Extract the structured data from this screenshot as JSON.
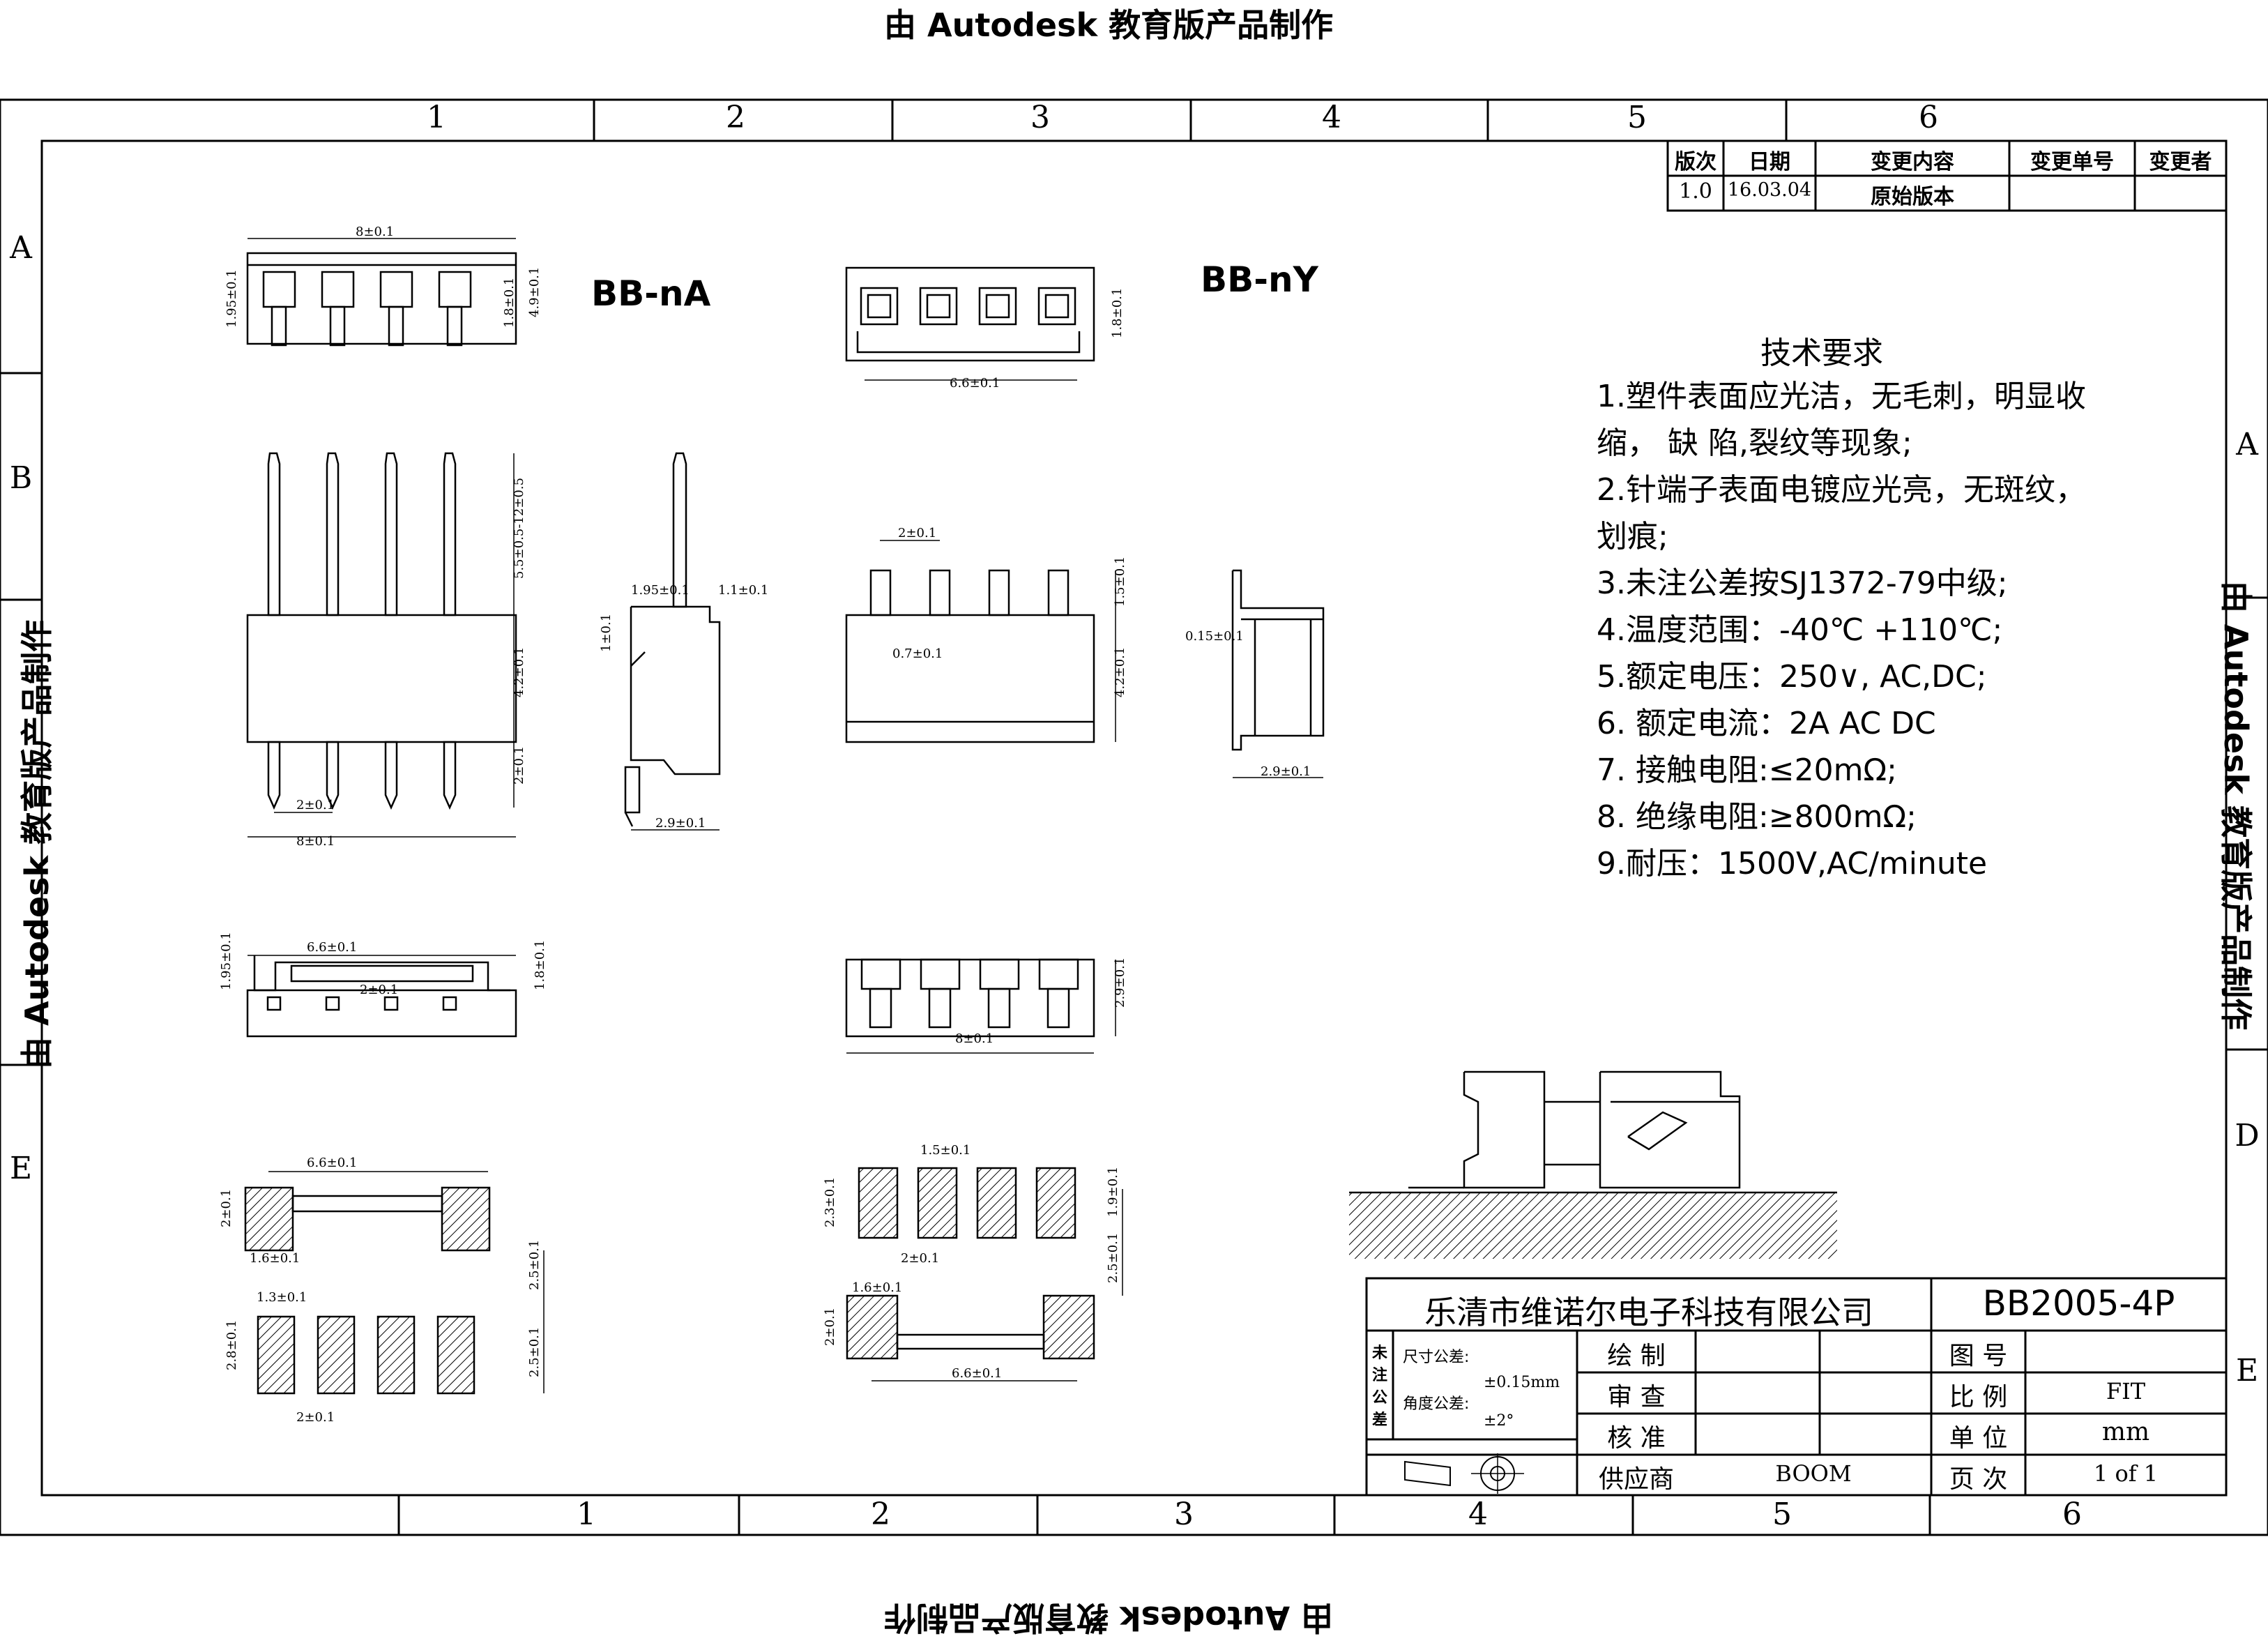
{
  "watermark": {
    "top": "由 Autodesk 教育版产品制作",
    "bottom": "由 Autodesk 教育版产品制作",
    "left": "由 Autodesk 教育版产品制作",
    "right": "由 Autodesk 教育版产品制作"
  },
  "zones": {
    "top_cols": [
      "1",
      "2",
      "3",
      "4",
      "5",
      "6"
    ],
    "bottom_cols": [
      "1",
      "2",
      "3",
      "4",
      "5",
      "6"
    ],
    "left_rows": [
      "A",
      "B",
      "E"
    ],
    "right_rows": [
      "A",
      "D",
      "E"
    ]
  },
  "revision_table": {
    "headers": [
      "版次",
      "日期",
      "变更内容",
      "变更单号",
      "变更者"
    ],
    "rows": [
      [
        "1.0",
        "16.03.04",
        "原始版本",
        "",
        ""
      ]
    ]
  },
  "labels": {
    "left_series": "BB-nA",
    "right_series": "BB-nY"
  },
  "requirements": {
    "title": "技术要求",
    "lines": [
      "1.塑件表面应光洁，无毛刺，明显收",
      "缩，  缺 陷,裂纹等现象;",
      "2.针端子表面电镀应光亮，无斑纹，",
      "划痕;",
      "3.未注公差按SJ1372-79中级;",
      "4.温度范围：-40℃    +110℃;",
      "5.额定电压：250∨, AC,DC;",
      "6. 额定电流：2A  AC  DC",
      "7. 接触电阻:≤20mΩ;",
      "8. 绝缘电阻:≥800mΩ;",
      "9.耐压：1500V,AC/minute"
    ]
  },
  "title_block": {
    "company": "乐清市维诺尔电子科技有限公司",
    "part_no": "BB2005-4P",
    "tol_head": "未注公差",
    "tol_dim_label": "尺寸公差:",
    "tol_dim_value": "±0.15mm",
    "tol_ang_label": "角度公差:",
    "tol_ang_value": "±2°",
    "drawn": "绘  制",
    "checked": "审  查",
    "approved": "核  准",
    "supplier": "供应商",
    "supplier_value": "BOOM",
    "drawing_no": "图  号",
    "scale": "比  例",
    "scale_value": "FIT",
    "unit": "单  位",
    "unit_value": "mm",
    "page": "页  次",
    "page_value": "1 of 1"
  },
  "dimensions": {
    "d_8": "8±0.1",
    "d_1_95": "1.95±0.1",
    "d_1_8": "1.8±0.1",
    "d_4_9": "4.9±0.1",
    "d_6_6": "6.6±0.1",
    "d_5_5": "5.5±0.5-12±0.5",
    "d_4_2": "4.2±0.1",
    "d_2": "2±0.1",
    "d_1_1": "1.1±0.1",
    "d_1": "1±0.1",
    "d_2_9": "2.9±0.1",
    "d_1_5": "1.5±0.1",
    "d_0_7": "0.7±0.1",
    "d_0_15": "0.15±0.1",
    "d_2_5": "2.5±0.1",
    "d_2_3": "2.3±0.1",
    "d_1_9": "1.9±0.1",
    "d_1_6": "1.6±0.1",
    "d_1_3": "1.3±0.1",
    "d_2_8": "2.8±0.1"
  }
}
